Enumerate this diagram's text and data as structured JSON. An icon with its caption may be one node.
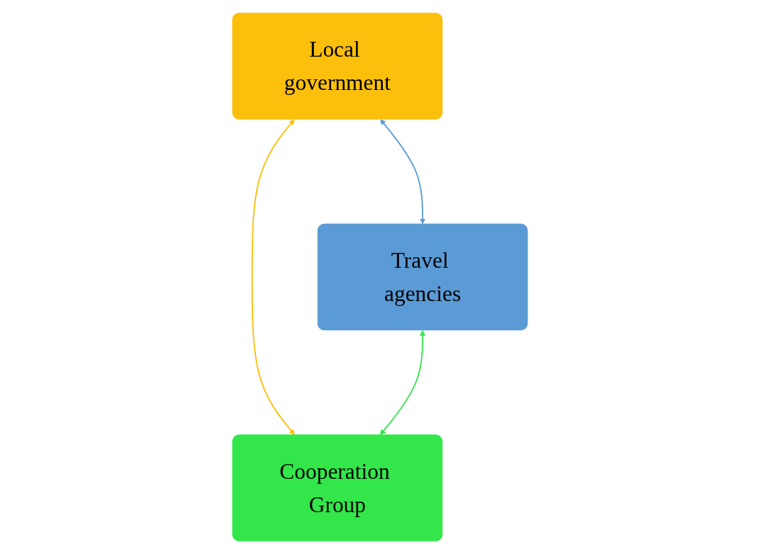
{
  "diagram": {
    "nodes": [
      {
        "text": [
          "Local government"
        ]
      },
      {
        "text": [
          "Travel agencies"
        ]
      },
      {
        "text": [
          "Cooperation Group"
        ]
      }
    ],
    "edges": [
      {
        "from": 0,
        "to": 1,
        "arrow": "both",
        "color": "#5b9bd5"
      },
      {
        "from": 0,
        "to": 2,
        "arrow": "both",
        "color": "#fbbf0c"
      },
      {
        "from": 1,
        "to": 2,
        "arrow": "both",
        "color": "#33e64a"
      }
    ]
  }
}
